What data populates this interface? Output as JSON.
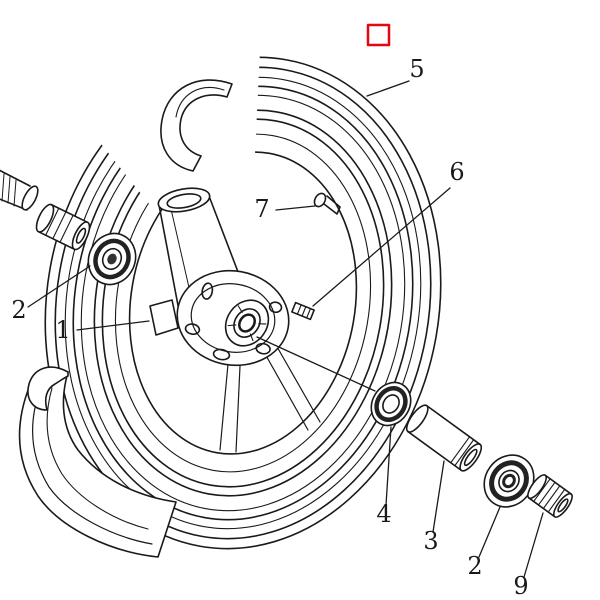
{
  "figure": {
    "background_color": "#ffffff",
    "line_color": "#1a1a1a",
    "marker": {
      "shape": "square-outline",
      "color": "#e30613"
    },
    "callouts": [
      {
        "label": "5"
      },
      {
        "label": "6"
      },
      {
        "label": "7"
      },
      {
        "label": "2"
      },
      {
        "label": "1"
      },
      {
        "label": "4"
      },
      {
        "label": "3"
      },
      {
        "label": "2"
      },
      {
        "label": "9"
      }
    ]
  }
}
